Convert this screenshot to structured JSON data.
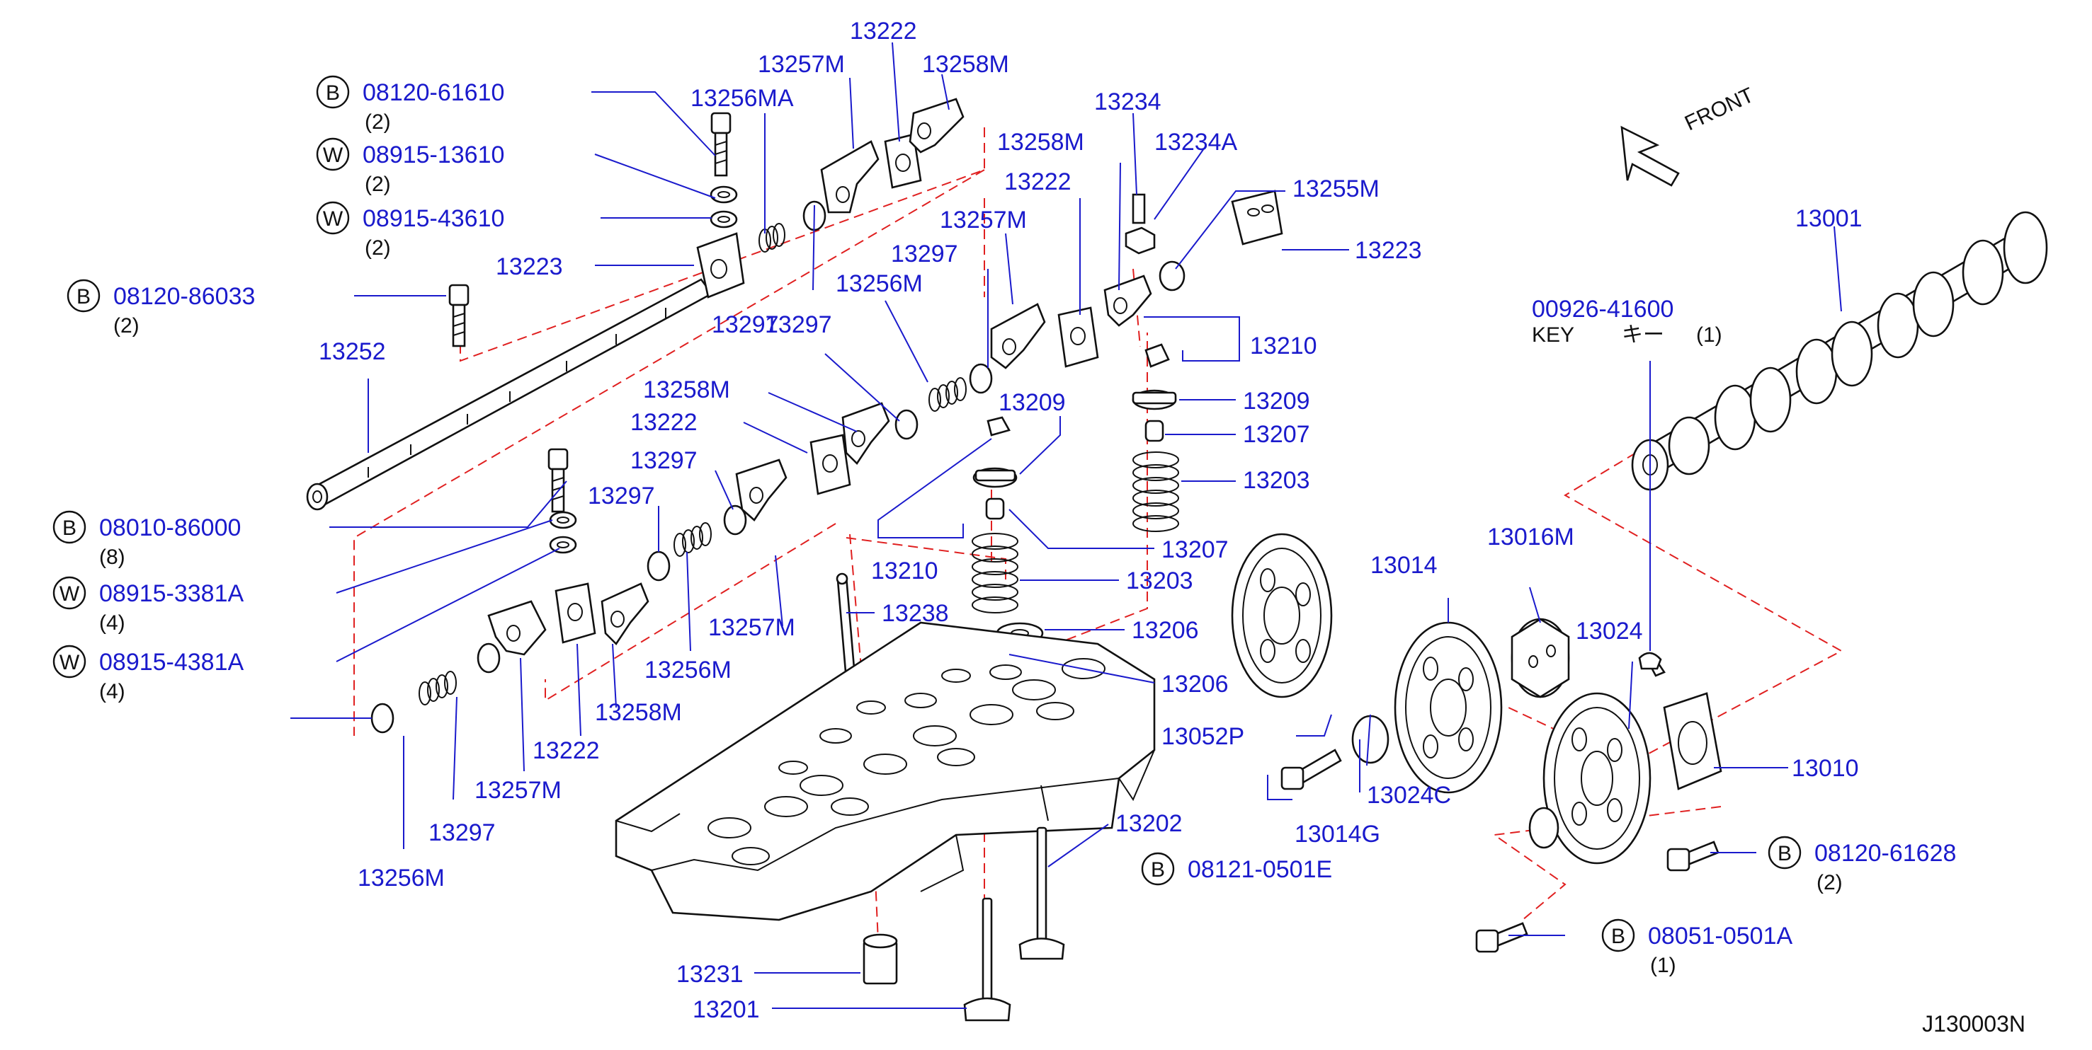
{
  "diagram": {
    "code": "J130003N",
    "front_label": "FRONT",
    "key_label": "KEY",
    "key_jp": "キー",
    "callouts": [
      {
        "id": "c1",
        "number": "08120-61610",
        "prefix": "B",
        "qty": "(2)"
      },
      {
        "id": "c2",
        "number": "08915-13610",
        "prefix": "W",
        "qty": "(2)"
      },
      {
        "id": "c3",
        "number": "08915-43610",
        "prefix": "W",
        "qty": "(2)"
      },
      {
        "id": "c4",
        "number": "08120-86033",
        "prefix": "B",
        "qty": "(2)"
      },
      {
        "id": "c5",
        "number": "08010-86000",
        "prefix": "B",
        "qty": "(8)"
      },
      {
        "id": "c6",
        "number": "08915-3381A",
        "prefix": "W",
        "qty": "(4)"
      },
      {
        "id": "c7",
        "number": "08915-4381A",
        "prefix": "W",
        "qty": "(4)"
      },
      {
        "id": "c8",
        "number": "08121-0501E",
        "prefix": "B",
        "qty": ""
      },
      {
        "id": "c9",
        "number": "08120-61628",
        "prefix": "B",
        "qty": "(2)"
      },
      {
        "id": "c10",
        "number": "08051-0501A",
        "prefix": "B",
        "qty": "(1)"
      },
      {
        "id": "c11",
        "number": "00926-41600",
        "prefix": "",
        "qty": "(1)"
      }
    ],
    "labels": [
      "13223",
      "13252",
      "13297",
      "13256MA",
      "13257M",
      "13222",
      "13258M",
      "13258M",
      "13222",
      "13257M",
      "13297",
      "13256M",
      "13234",
      "13234A",
      "13255M",
      "13223",
      "13297",
      "13258M",
      "13222",
      "13297",
      "13297",
      "13210",
      "13209",
      "13209",
      "13207",
      "13203",
      "13207",
      "13203",
      "13206",
      "13206",
      "13052P",
      "13210",
      "13238",
      "13257M",
      "13256M",
      "13258M",
      "13222",
      "13257M",
      "13297",
      "13256M",
      "13001",
      "13016M",
      "13014",
      "13024",
      "13010",
      "13024C",
      "13014G",
      "13202",
      "13231",
      "13201"
    ]
  }
}
